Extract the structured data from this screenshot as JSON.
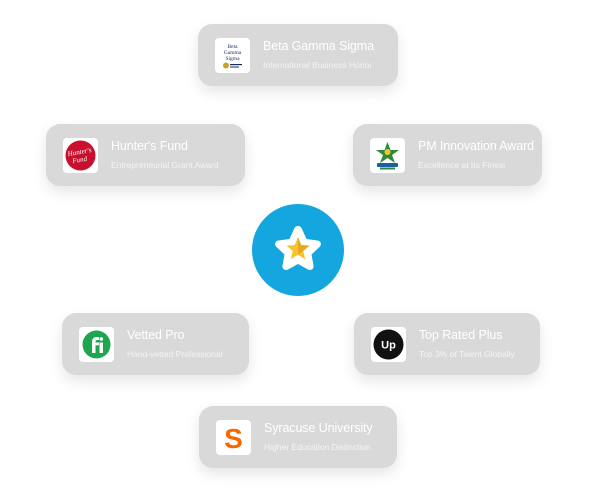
{
  "colors": {
    "card_bg": "#d9d9d9",
    "center_circle": "#14a6df",
    "hunters_red": "#c8102e",
    "vetted_green": "#1ea54f",
    "upwork_black": "#111111",
    "syracuse_orange": "#f76900",
    "pm_green": "#2c8a3a"
  },
  "center": {
    "icon": "star-badge-icon"
  },
  "awards": [
    {
      "id": "bgs",
      "title": "Beta Gamma Sigma",
      "subtitle": "International Business Honor",
      "logo": "beta-gamma-sigma-logo"
    },
    {
      "id": "hunters",
      "title": "Hunter's Fund",
      "subtitle": "Entrepreneurial Grant Award",
      "logo": "hunters-fund-logo",
      "logo_text": "Hunter's Fund"
    },
    {
      "id": "pm",
      "title": "PM Innovation Award",
      "subtitle": "Excellence at Its Finest",
      "logo": "pm-innovation-logo"
    },
    {
      "id": "vetted",
      "title": "Vetted Pro",
      "subtitle": "Hand-vetted Professional",
      "logo": "vetted-pro-logo"
    },
    {
      "id": "toprated",
      "title": "Top Rated Plus",
      "subtitle": "Top 3% of Talent Globally",
      "logo": "upwork-logo",
      "logo_text": "Up"
    },
    {
      "id": "syracuse",
      "title": "Syracuse University",
      "subtitle": "Higher Education Distinction",
      "logo": "syracuse-logo",
      "logo_text": "S"
    }
  ]
}
